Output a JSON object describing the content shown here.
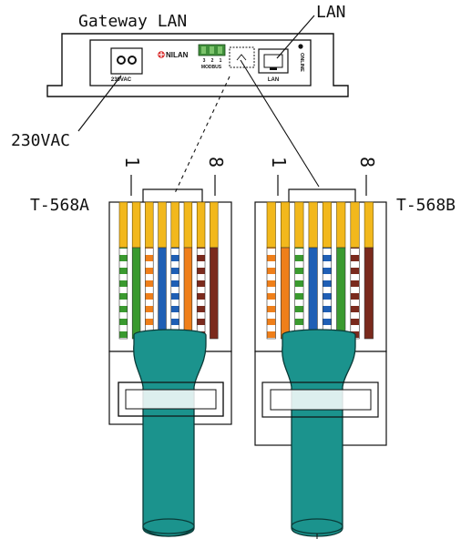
{
  "labels": {
    "device_title": "Gateway LAN",
    "lan_callout": "LAN",
    "power_callout": "230VAC",
    "standard_a": "T-568A",
    "standard_b": "T-568B"
  },
  "plugs": [
    {
      "standard": "T-568A",
      "pin_first": "1",
      "pin_last": "8"
    },
    {
      "standard": "T-568B",
      "pin_first": "1",
      "pin_last": "8"
    }
  ],
  "device_panel": {
    "brand_logo_text": "NILAN",
    "power_port_label": "230VAC",
    "modbus_label": "MODBUS",
    "modbus_pins": [
      "3",
      "2",
      "1"
    ],
    "lan_port_label": "LAN",
    "online_label": "ONLINE"
  },
  "wire_colors": {
    "green": "#3a9a2f",
    "orange": "#ef7f1a",
    "blue": "#1f5fb5",
    "brown": "#7a2a1d",
    "gold": "#f2b81c",
    "cable": "#1b938d",
    "modbus_terminal": "#3f8f3a"
  },
  "wiring": {
    "T-568A": [
      "white-green",
      "green",
      "white-orange",
      "blue",
      "white-blue",
      "orange",
      "white-brown",
      "brown"
    ],
    "T-568B": [
      "white-orange",
      "orange",
      "white-green",
      "blue",
      "white-blue",
      "green",
      "white-brown",
      "brown"
    ]
  }
}
